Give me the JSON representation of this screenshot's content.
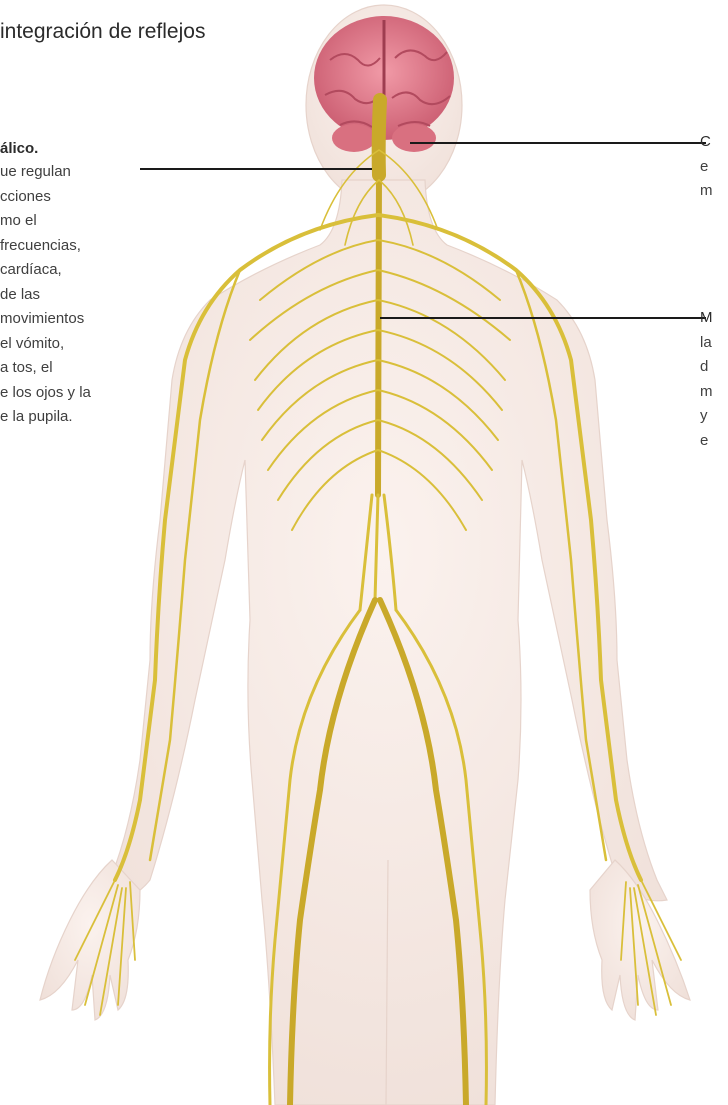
{
  "title": "integración de reflejos",
  "annotations": {
    "left": {
      "heading": "álico.",
      "lines": [
        "ue regulan",
        "cciones",
        "mo el",
        "frecuencias,",
        "cardíaca,",
        " de las",
        "movimientos",
        "el vómito,",
        "a tos, el",
        "e los ojos y la",
        "e la pupila."
      ]
    },
    "right_top": {
      "lines": [
        "C",
        "e",
        "m"
      ]
    },
    "right_bottom": {
      "lines": [
        "M",
        "la",
        "d",
        "m",
        "y",
        "e"
      ]
    }
  },
  "colors": {
    "nerve": "#d9bf3a",
    "nerve_dark": "#b99a1e",
    "skin": "#f4e7e1",
    "brain": "#e0788a",
    "leader_line": "#1a1a1a"
  }
}
